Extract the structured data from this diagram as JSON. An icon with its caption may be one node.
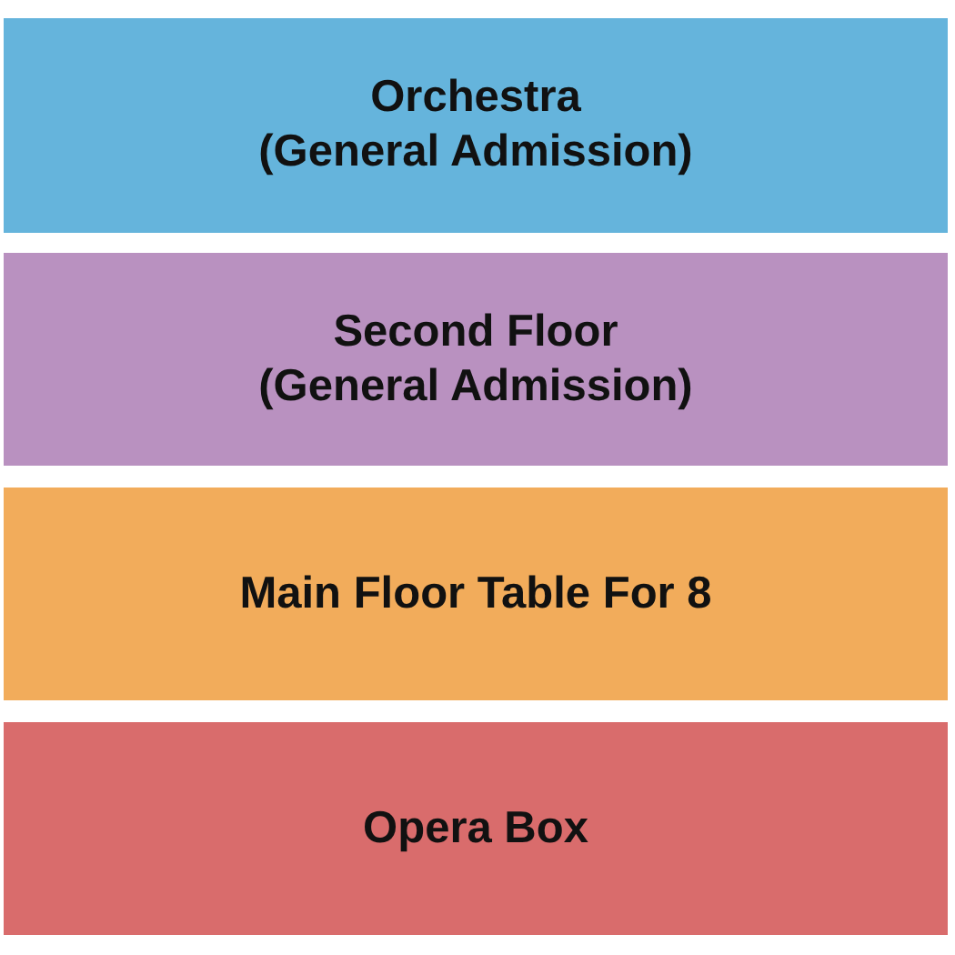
{
  "diagram": {
    "nodes": [
      {
        "text": [
          "Orchestra",
          "(General Admission)"
        ]
      },
      {
        "text": [
          "Second Floor",
          "(General Admission)"
        ]
      },
      {
        "text": [
          "Main Floor Table For 8"
        ]
      },
      {
        "text": [
          "Opera Box"
        ]
      }
    ]
  }
}
